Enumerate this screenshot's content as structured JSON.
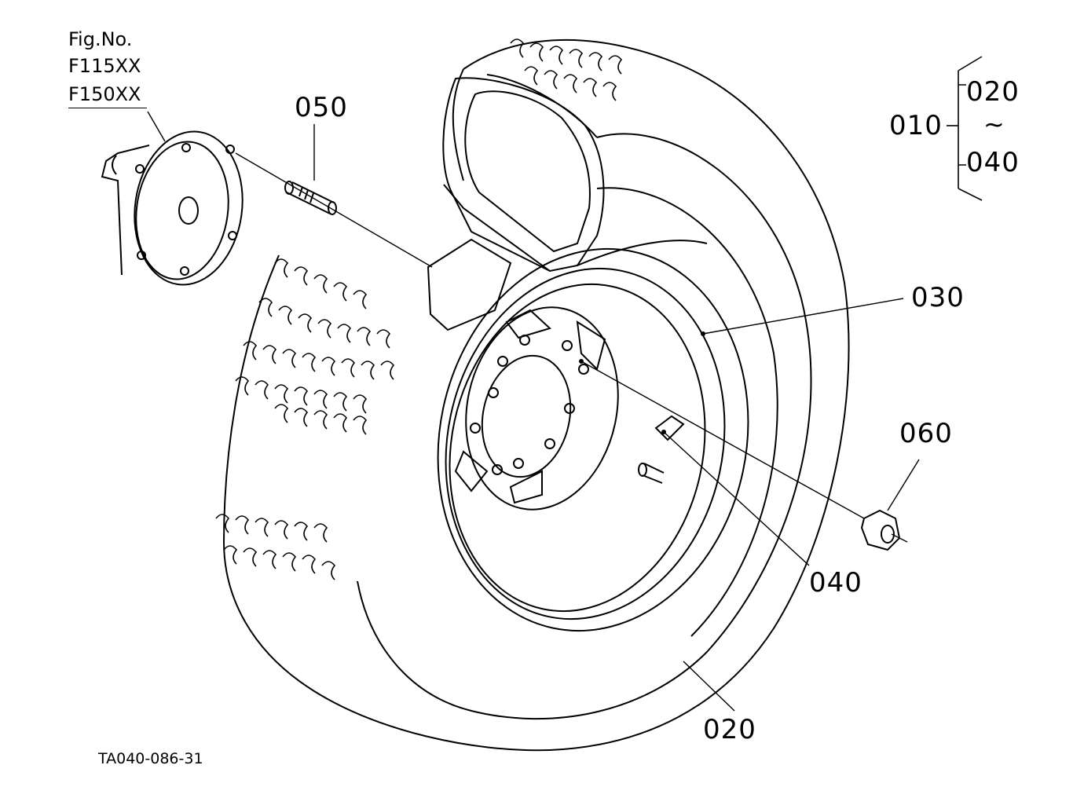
{
  "figure": {
    "header": "Fig.No.",
    "models": [
      "F115XX",
      "F150XX"
    ],
    "reference": "TA040-086-31"
  },
  "assembly": {
    "parent": "010",
    "range_start": "020",
    "range_separator": "~",
    "range_end": "040"
  },
  "callouts": {
    "stud": "050",
    "rim": "030",
    "nut": "060",
    "valve": "040",
    "tire": "020"
  },
  "colors": {
    "ink": "#000000",
    "paper": "#ffffff"
  }
}
